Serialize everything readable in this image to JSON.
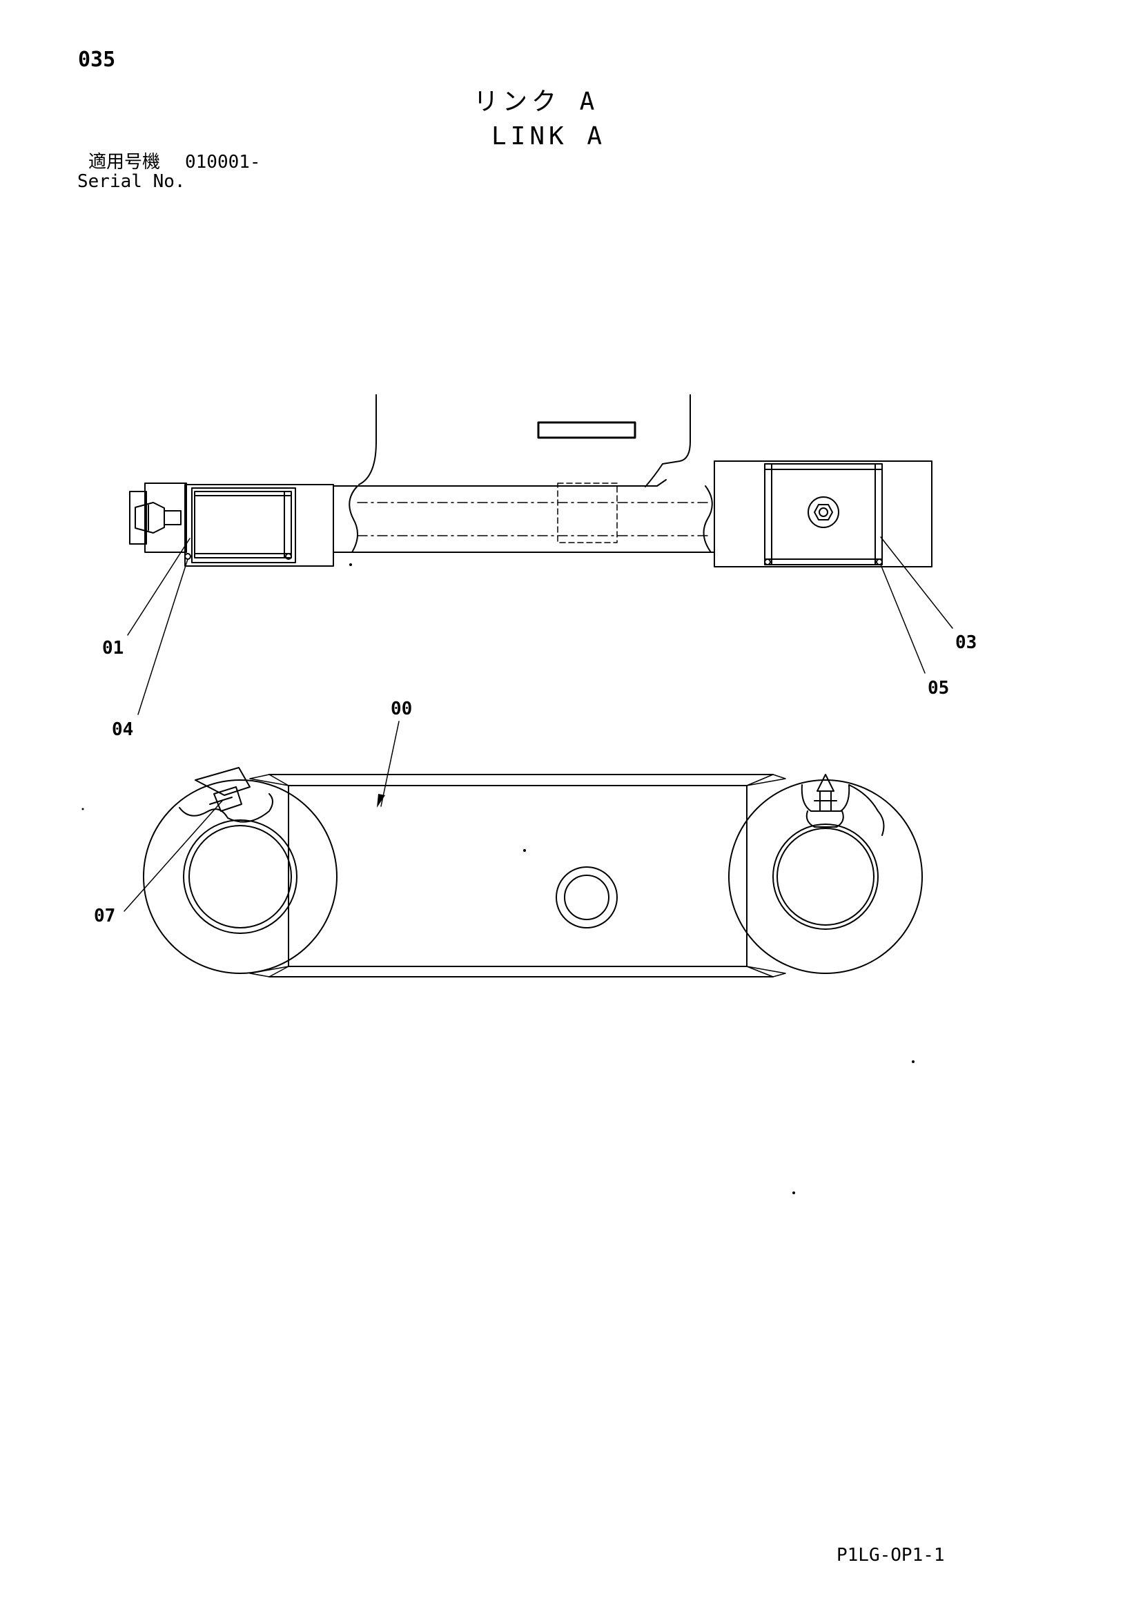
{
  "page": {
    "number": "035",
    "title_jp": "リンク A",
    "title_en": "LINK A",
    "serial_label_jp": "適用号機",
    "serial_value": "010001-",
    "serial_label_en": "Serial No.",
    "doc_code": "P1LG-OP1-1"
  },
  "callouts": [
    "01",
    "04",
    "03",
    "05",
    "00",
    "07"
  ]
}
